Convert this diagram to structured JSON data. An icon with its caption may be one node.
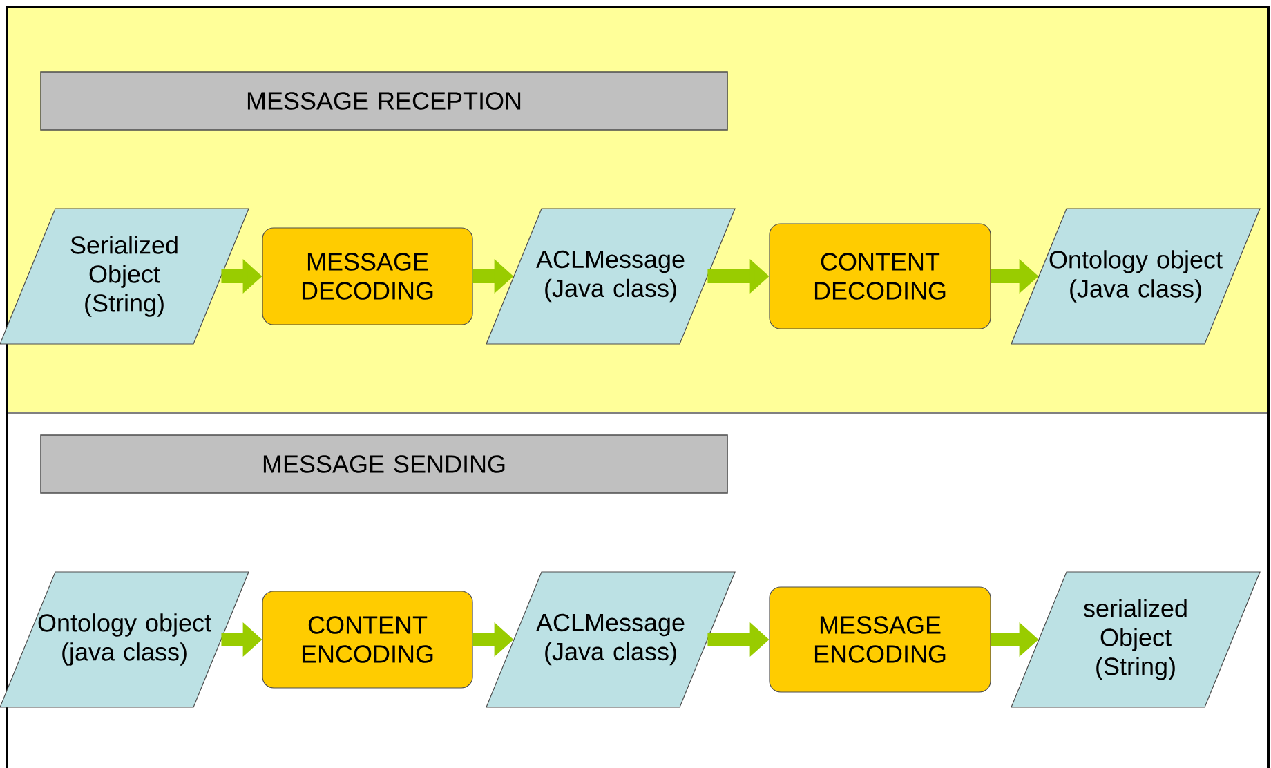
{
  "diagram": {
    "nodes": [
      {
        "text": [
          "MESSAGE RECEPTION"
        ]
      },
      {
        "text": [
          "Serialized Object (String)"
        ]
      },
      {
        "text": [
          "MESSAGE DECODING"
        ]
      },
      {
        "text": [
          "ACLMessage (Java class)"
        ]
      },
      {
        "text": [
          "CONTENT DECODING"
        ]
      },
      {
        "text": [
          "Ontology object (Java class)"
        ]
      },
      {
        "text": [
          "MESSAGE SENDING"
        ]
      },
      {
        "text": [
          "Ontology object (java class)"
        ]
      },
      {
        "text": [
          "CONTENT ENCODING"
        ]
      },
      {
        "text": [
          "ACLMessage (Java class)"
        ]
      },
      {
        "text": [
          "MESSAGE ENCODING"
        ]
      },
      {
        "text": [
          "serialized Object (String)"
        ]
      }
    ],
    "edges": [
      {
        "from": 1,
        "to": 2,
        "arrow": "to"
      },
      {
        "from": 2,
        "to": 3,
        "arrow": "to"
      },
      {
        "from": 3,
        "to": 4,
        "arrow": "to"
      },
      {
        "from": 4,
        "to": 5,
        "arrow": "to"
      },
      {
        "from": 7,
        "to": 8,
        "arrow": "to"
      },
      {
        "from": 8,
        "to": 9,
        "arrow": "to"
      },
      {
        "from": 9,
        "to": 10,
        "arrow": "to"
      },
      {
        "from": 10,
        "to": 11,
        "arrow": "to"
      }
    ]
  }
}
